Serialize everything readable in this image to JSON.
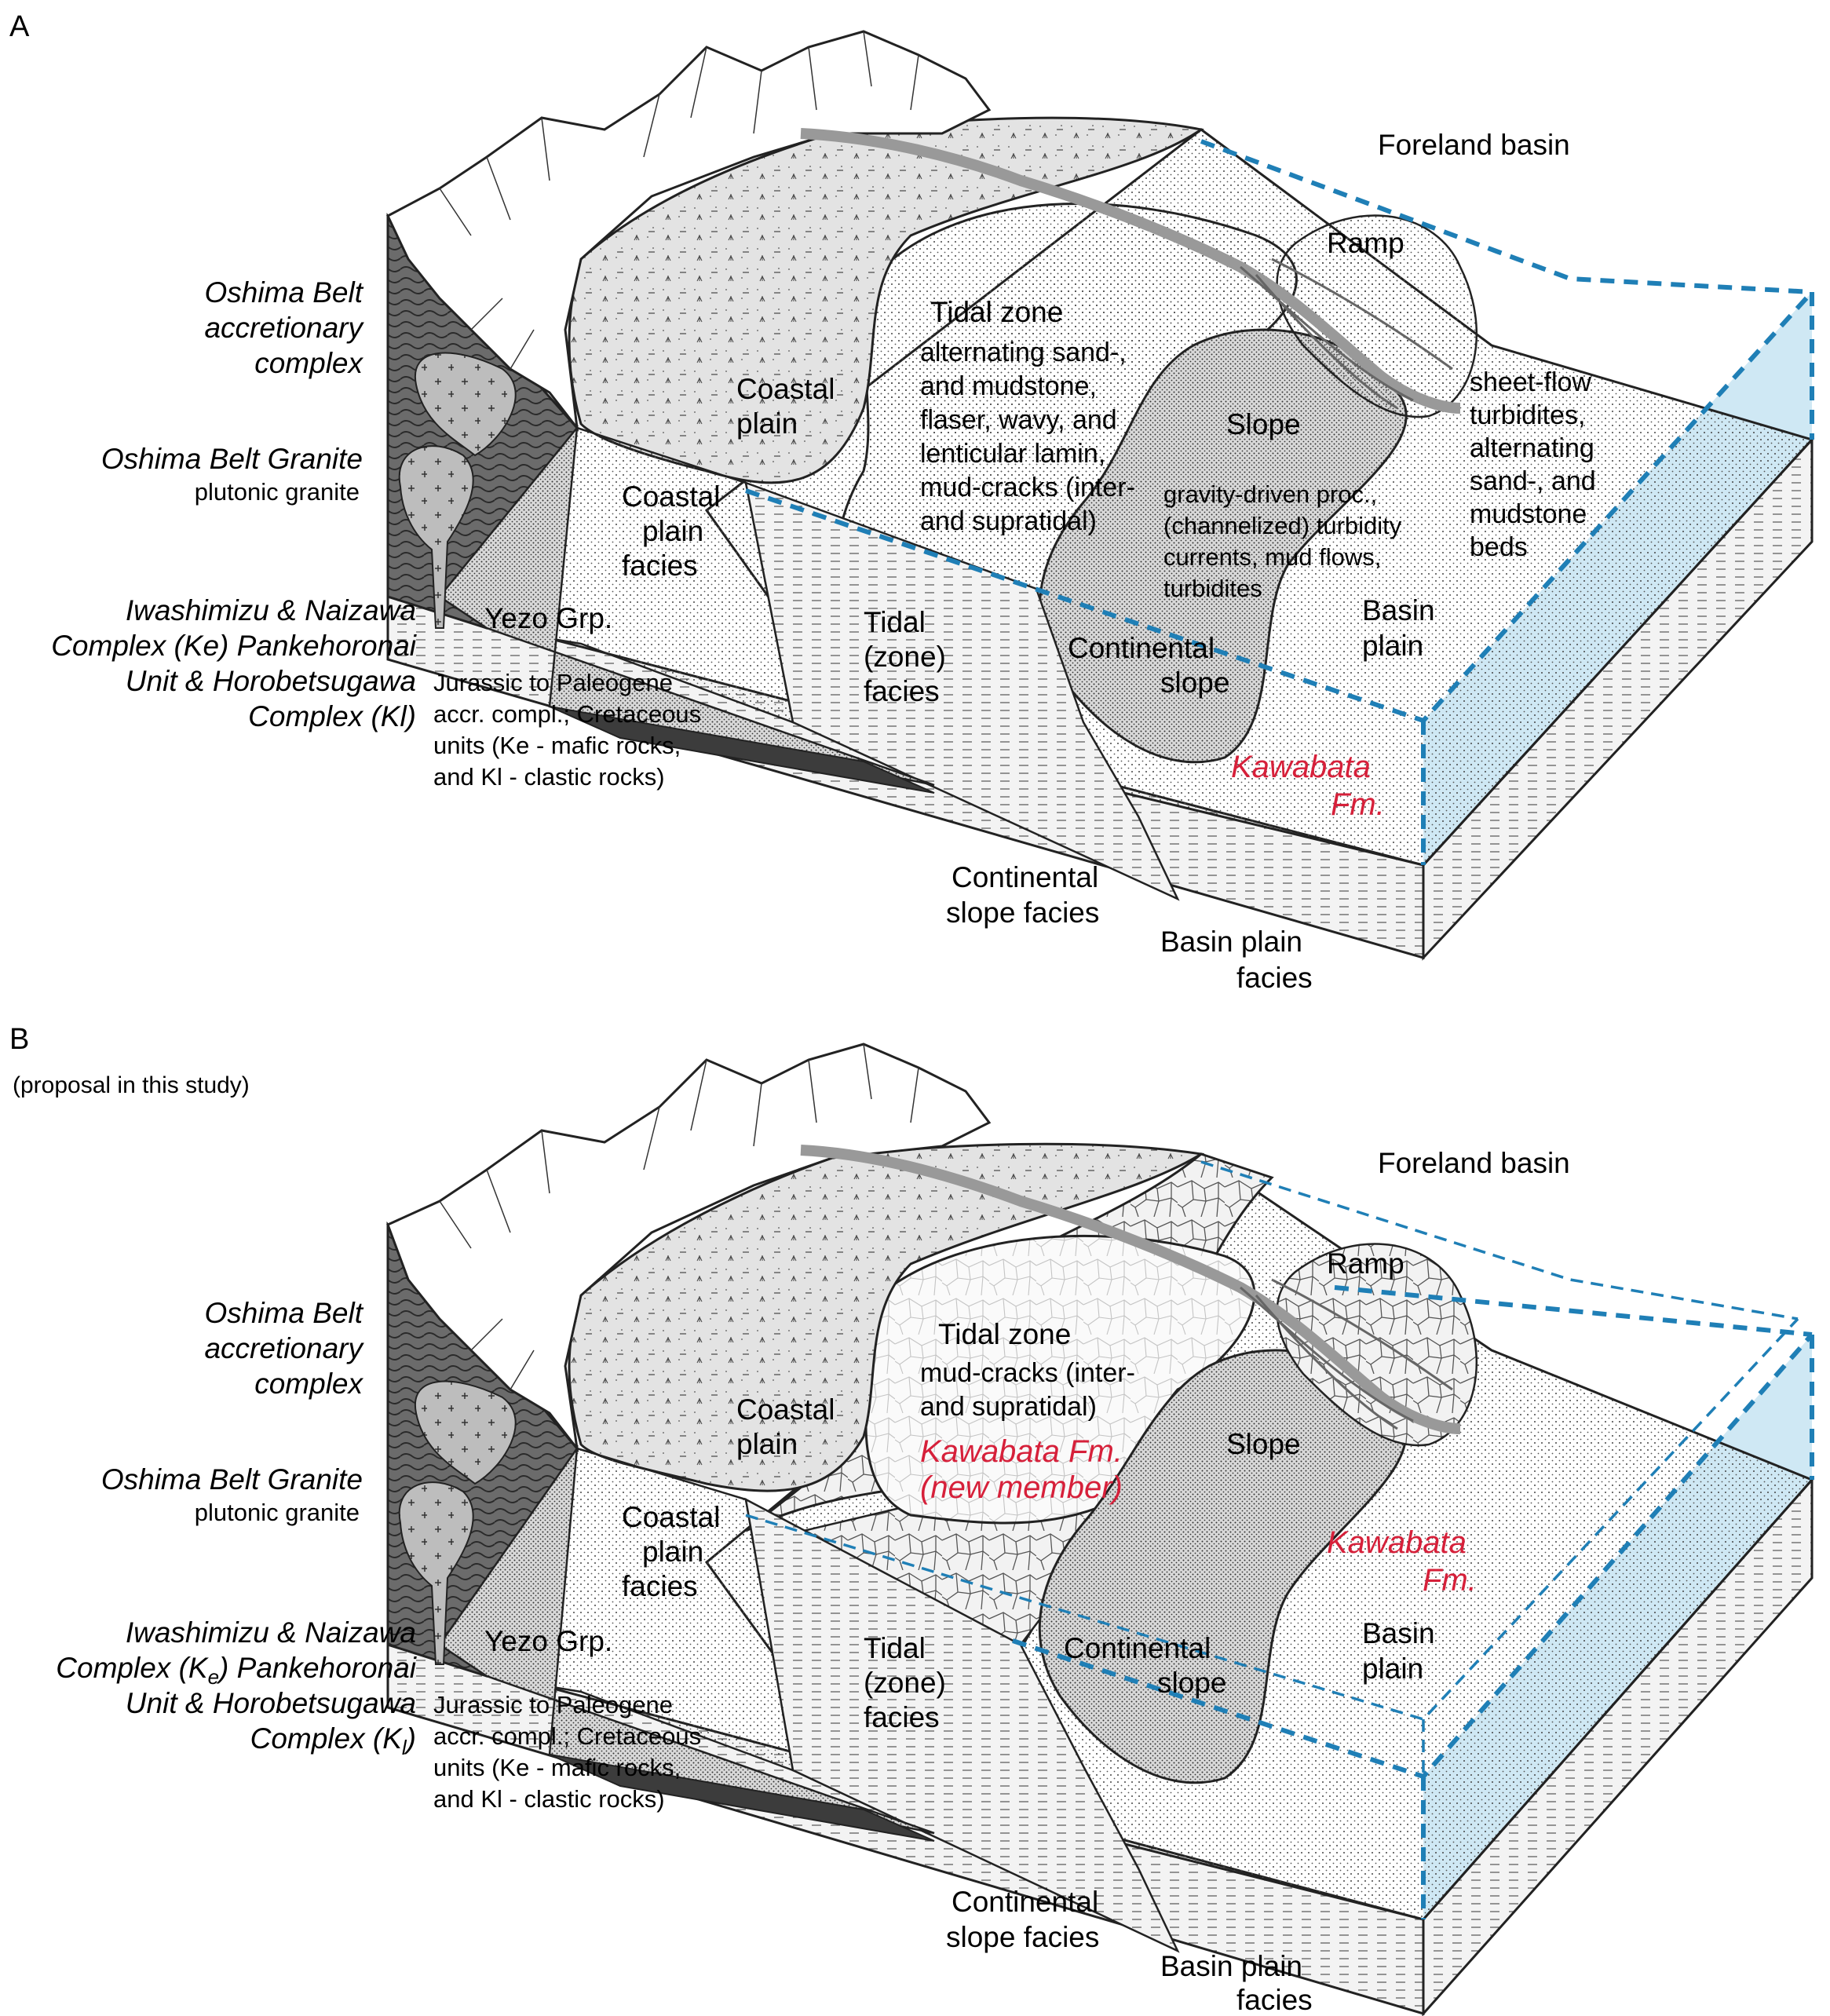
{
  "panel_a": {
    "letter": "A",
    "labels": {
      "foreland_basin": "Foreland basin",
      "ramp": "Ramp",
      "tidal_zone_title": "Tidal zone",
      "tidal_desc": [
        "alternating sand-,",
        "and mudstone,",
        "flaser, wavy, and",
        "lenticular lamin,",
        "mud-cracks (inter-",
        "and supratidal)"
      ],
      "coastal_plain": [
        "Coastal",
        "plain"
      ],
      "slope": "Slope",
      "sheet_flow": [
        "sheet-flow",
        "turbidites,",
        "alternating",
        "sand-, and",
        "mudstone",
        "beds"
      ],
      "gravity": [
        "gravity-driven proc.,",
        "(channelized) turbidity",
        "currents, mud flows,",
        "turbidites"
      ],
      "coastal_plain_facies": [
        "Coastal",
        "plain",
        "facies"
      ],
      "basin_plain": [
        "Basin",
        "plain"
      ],
      "continental_slope": [
        "Continental",
        "slope"
      ],
      "tidal_zone_facies": [
        "Tidal",
        "(zone)",
        "facies"
      ],
      "yezo": "Yezo Grp.",
      "kawabata": [
        "Kawabata",
        "Fm."
      ],
      "continental_slope_facies": [
        "Continental",
        "slope facies"
      ],
      "basin_plain_facies": [
        "Basin plain",
        "facies"
      ]
    },
    "left_text": {
      "oshima_belt": [
        "Oshima Belt",
        "accretionary",
        "complex"
      ],
      "granite_title": "Oshima Belt Granite",
      "granite_sub": "plutonic granite",
      "iwashimizu": [
        "Iwashimizu & Naizawa",
        "Complex (Ke) Pankehoronai",
        "Unit & Horobetsugawa",
        "Complex (Kl)"
      ],
      "jurassic": [
        "Jurassic to Paleogene",
        "accr. compl.; Cretaceous",
        "units (Ke - mafic rocks,",
        "and Kl - clastic rocks)"
      ]
    }
  },
  "panel_b": {
    "letter": "B",
    "subtitle": "(proposal in this study)",
    "labels": {
      "foreland_basin": "Foreland basin",
      "ramp": "Ramp",
      "tidal_zone_title": "Tidal zone",
      "tidal_desc": [
        "mud-cracks (inter-",
        "and supratidal)"
      ],
      "kawabata_new": [
        "Kawabata Fm.",
        "(new member)"
      ],
      "coastal_plain": [
        "Coastal",
        "plain"
      ],
      "slope": "Slope",
      "coastal_plain_facies": [
        "Coastal",
        "plain",
        "facies"
      ],
      "kawabata": [
        "Kawabata",
        "Fm."
      ],
      "basin_plain": [
        "Basin",
        "plain"
      ],
      "continental_slope": [
        "Continental",
        "slope"
      ],
      "tidal_zone_facies": [
        "Tidal",
        "(zone)",
        "facies"
      ],
      "yezo": "Yezo Grp.",
      "continental_slope_facies": [
        "Continental",
        "slope facies"
      ],
      "basin_plain_facies": [
        "Basin plain",
        "facies"
      ]
    },
    "left_text": {
      "oshima_belt": [
        "Oshima Belt",
        "accretionary",
        "complex"
      ],
      "granite_title": "Oshima Belt Granite",
      "granite_sub": "plutonic granite",
      "iwashimizu": [
        "Iwashimizu & Naizawa",
        "Complex (K",
        "e",
        ") Pankehoronai",
        "Unit & Horobetsugawa",
        "Complex (K",
        "l",
        ")"
      ],
      "jurassic": [
        "Jurassic to Paleogene",
        "accr. compl.; Cretaceous",
        "units (Ke - mafic rocks,",
        "and Kl - clastic rocks)"
      ]
    }
  },
  "colors": {
    "dashed_box": "#1f7fb6",
    "water": "#cfe8f4",
    "kawabata_red": "#d6203a",
    "dark_rock": "#6e6e6e",
    "granite": "#bdbdbd",
    "river": "#a9a9a9",
    "slope_fill": "#d8d8d8",
    "coastal_fill": "#e4e4e4"
  }
}
